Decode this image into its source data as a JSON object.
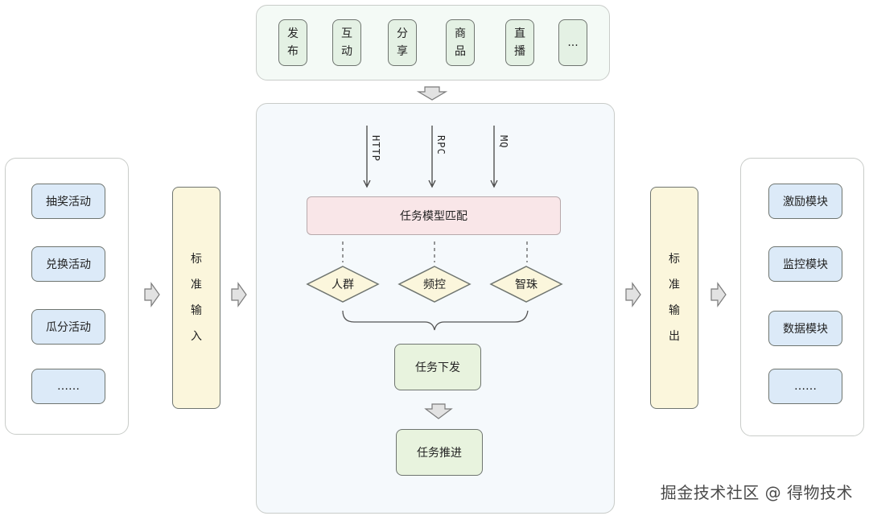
{
  "top_row": {
    "items": [
      "发\n布",
      "互\n动",
      "分\n享",
      "商\n品",
      "直\n播",
      "..."
    ]
  },
  "center": {
    "protocols": [
      "HTTP",
      "RPC",
      "MQ"
    ],
    "match_label": "任务模型匹配",
    "filters": [
      "人群",
      "频控",
      "智珠"
    ],
    "dispatch_label": "任务下发",
    "advance_label": "任务推进"
  },
  "left": {
    "items": [
      "抽奖活动",
      "兑换活动",
      "瓜分活动",
      "……"
    ],
    "standard_input": "标\n准\n输\n入"
  },
  "right": {
    "items": [
      "激励模块",
      "监控模块",
      "数据模块",
      "……"
    ],
    "standard_output": "标\n准\n输\n出"
  },
  "watermark": "掘金技术社区 @ 得物技术"
}
